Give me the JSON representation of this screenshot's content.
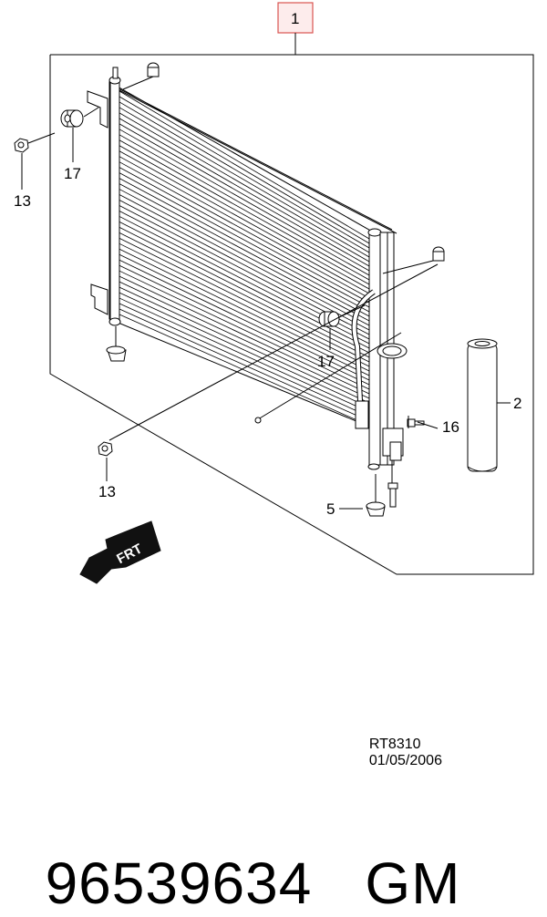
{
  "diagram": {
    "callouts": {
      "assembly": "1",
      "drier": "2",
      "bracket_bottom": "5",
      "bolt_right": "16",
      "bushing_left": "17",
      "bushing_center": "17",
      "nut_left": "13",
      "nut_bottom": "13"
    },
    "front_arrow_label": "FRT",
    "ref_code": "RT8310",
    "ref_date": "01/05/2006"
  },
  "footer": {
    "part_number": "96539634",
    "brand": "GM"
  },
  "colors": {
    "line": "#000000",
    "callout_box_border": "#d9534f",
    "callout_box_fill": "#fdecec",
    "arrow_fill": "#111111"
  }
}
